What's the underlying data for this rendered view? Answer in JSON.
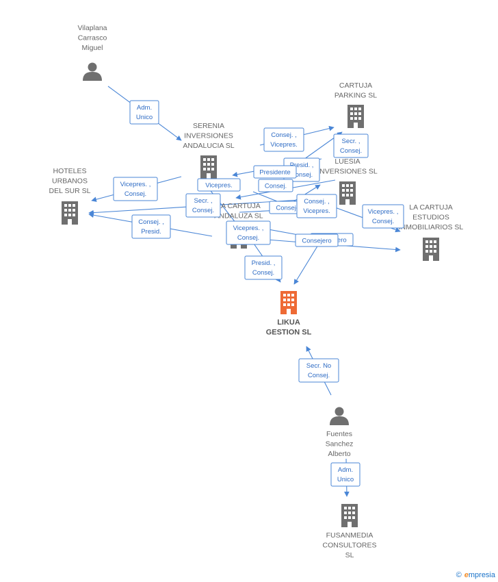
{
  "colors": {
    "edge": "#4a86d6",
    "building": "#6f6f6f",
    "main_building": "#ee6a35",
    "person": "#6f6f6f"
  },
  "nodes": {
    "vilaplana": {
      "lines": [
        "Vilaplana",
        "Carrasco",
        "Miguel"
      ],
      "icon": "person-icon"
    },
    "cartuja_parking": {
      "lines": [
        "CARTUJA",
        "PARKING SL"
      ],
      "icon": "building-icon"
    },
    "serenia": {
      "lines": [
        "SERENIA",
        "INVERSIONES",
        "ANDALUCIA SL"
      ],
      "icon": "building-icon"
    },
    "hoteles": {
      "lines": [
        "HOTELES",
        "URBANOS",
        "DEL SUR SL"
      ],
      "icon": "building-icon"
    },
    "luesia": {
      "lines": [
        "LUESIA",
        "INVERSIONES SL"
      ],
      "icon": "building-icon"
    },
    "cartuja_andaluza": {
      "lines": [
        "LA CARTUJA",
        "ANDALUZA SL"
      ],
      "icon": "building-icon"
    },
    "cartuja_estudios": {
      "lines": [
        "LA CARTUJA",
        "ESTUDIOS",
        "INMOBILIARIOS SL"
      ],
      "icon": "building-icon"
    },
    "likua": {
      "lines": [
        "LIKUA",
        "GESTION SL"
      ],
      "icon": "building-icon"
    },
    "fuentes": {
      "lines": [
        "Fuentes",
        "Sanchez",
        "Alberto"
      ],
      "icon": "person-icon"
    },
    "fusanmedia": {
      "lines": [
        "FUSANMEDIA",
        "CONSULTORES",
        "SL"
      ],
      "icon": "building-icon"
    }
  },
  "edge_labels": [
    {
      "id": "adm-unico-1",
      "lines": [
        "Adm.",
        "Unico"
      ]
    },
    {
      "id": "consej-vicepres-1",
      "lines": [
        "Consej. ,",
        "Vicepres."
      ]
    },
    {
      "id": "secr-consej-1",
      "lines": [
        "Secr. ,",
        "Consej."
      ]
    },
    {
      "id": "presid-consej-1",
      "lines": [
        "Presid. ,",
        "Consej."
      ]
    },
    {
      "id": "presidente-1",
      "lines": [
        "Presidente"
      ]
    },
    {
      "id": "vicepres-consej-1",
      "lines": [
        "Vicepres. ,",
        "Consej."
      ]
    },
    {
      "id": "vicepres-1",
      "lines": [
        "Vicepres."
      ]
    },
    {
      "id": "consej-1",
      "lines": [
        "Consej."
      ]
    },
    {
      "id": "secr-consej-2",
      "lines": [
        "Secr. ,",
        "Consej."
      ]
    },
    {
      "id": "consejero-1",
      "lines": [
        "Consejero"
      ]
    },
    {
      "id": "consej-vicepres-2",
      "lines": [
        "Consej. ,",
        "Vicepres."
      ]
    },
    {
      "id": "vicepres-consej-2",
      "lines": [
        "Vicepres. ,",
        "Consej."
      ]
    },
    {
      "id": "consej-presid-1",
      "lines": [
        "Consej. ,",
        "Presid."
      ]
    },
    {
      "id": "vicepres-consej-3",
      "lines": [
        "Vicepres. ,",
        "Consej."
      ]
    },
    {
      "id": "consejero-2",
      "lines": [
        "Consejero"
      ]
    },
    {
      "id": "consejero-3",
      "lines": [
        "Consejero"
      ]
    },
    {
      "id": "presid-consej-2",
      "lines": [
        "Presid. ,",
        "Consej."
      ]
    },
    {
      "id": "secr-no-consej",
      "lines": [
        "Secr.  No",
        "Consej."
      ]
    },
    {
      "id": "adm-unico-2",
      "lines": [
        "Adm.",
        "Unico"
      ]
    }
  ],
  "watermark": {
    "copyright": "©",
    "brand_initial": "e",
    "brand_rest": "mpresia"
  }
}
